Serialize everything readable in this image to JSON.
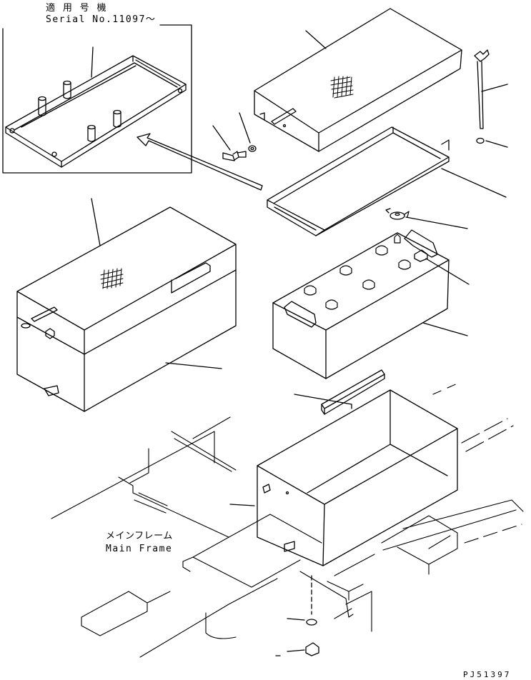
{
  "header": {
    "applicable_model_jp": "適 用 号 機",
    "serial_label": "Serial No.11097～"
  },
  "frame_label": {
    "jp": "メインフレーム",
    "en": "Main Frame"
  },
  "drawing_code": "PJ51397",
  "colors": {
    "line": "#000000",
    "paper": "#ffffff"
  },
  "parts": [
    "inset-bracket-tray-with-studs",
    "top-cover",
    "wing-bolt",
    "washer",
    "threaded-rod",
    "rod-washer",
    "battery-holder-frame",
    "wing-nut",
    "terminal-nut",
    "battery",
    "battery-cover-assembly",
    "support-bar",
    "battery-box",
    "mounting-washer",
    "mounting-bolt",
    "main-frame"
  ]
}
